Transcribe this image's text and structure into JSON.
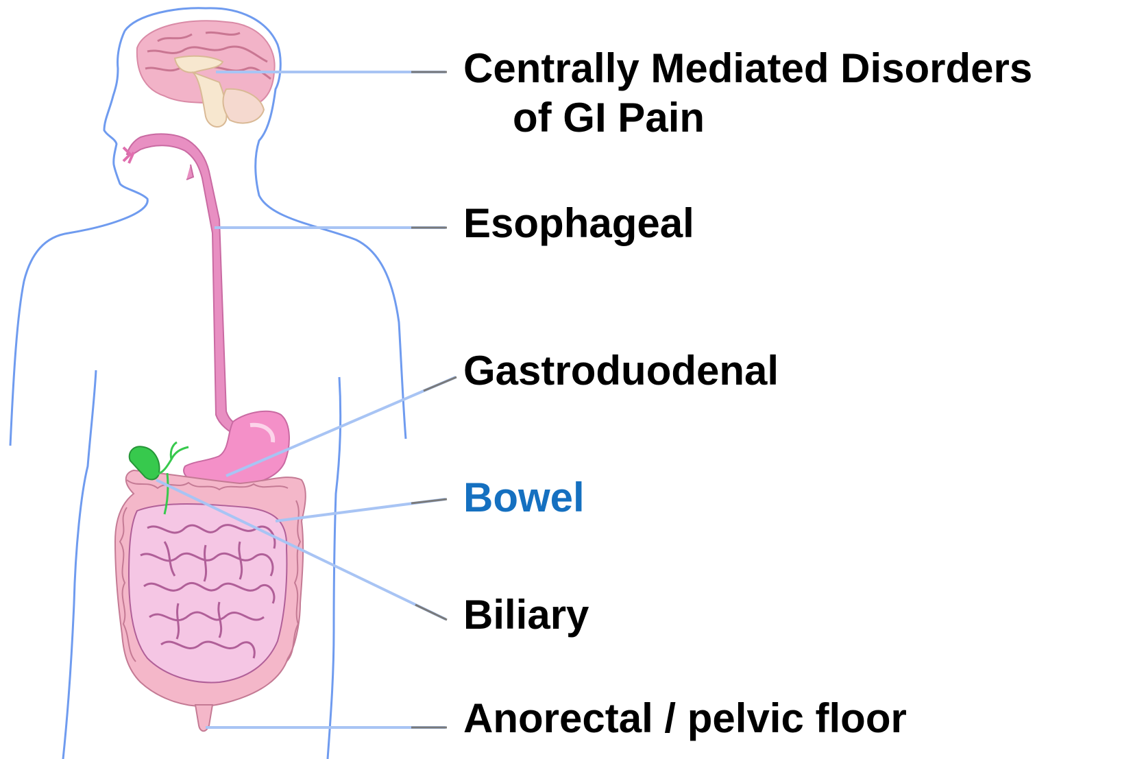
{
  "diagram": {
    "labels": [
      {
        "id": "cmd",
        "lines": [
          "Centrally Mediated Disorders",
          "of GI Pain"
        ]
      },
      {
        "id": "eso",
        "lines": [
          "Esophageal"
        ]
      },
      {
        "id": "gas",
        "lines": [
          "Gastroduodenal"
        ]
      },
      {
        "id": "bow",
        "lines": [
          "Bowel"
        ]
      },
      {
        "id": "bil",
        "lines": [
          "Biliary"
        ]
      },
      {
        "id": "ano",
        "lines": [
          "Anorectal / pelvic floor"
        ]
      }
    ],
    "highlighted_label": "bow",
    "colors": {
      "text": "#000000",
      "highlight_text": "#1570c0",
      "body_outline": "#6f9bef",
      "leader_line": "#a8c4f4",
      "brain": "#f2b3c8",
      "brain_stem": "#f7e7cf",
      "esophagus": "#e88fc2",
      "stomach": "#f490c8",
      "intestine": "#f5c6e4",
      "colon": "#f4b7c9",
      "gallbladder": "#37c94d"
    }
  }
}
